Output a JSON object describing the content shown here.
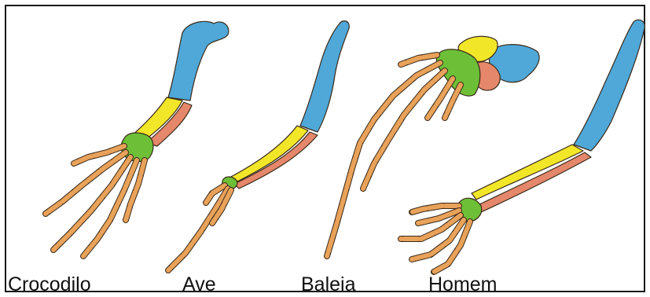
{
  "diagram": {
    "labels": [
      "Crocodilo",
      "Ave",
      "Baleia",
      "Homem"
    ],
    "colors": {
      "humerus": "#4fa8d8",
      "radius": "#f2e629",
      "ulna": "#e5876a",
      "carpals": "#6dbf38",
      "digits": "#e9a259",
      "outline": "#3a2a1a",
      "frame": "#1a1a1a"
    }
  }
}
